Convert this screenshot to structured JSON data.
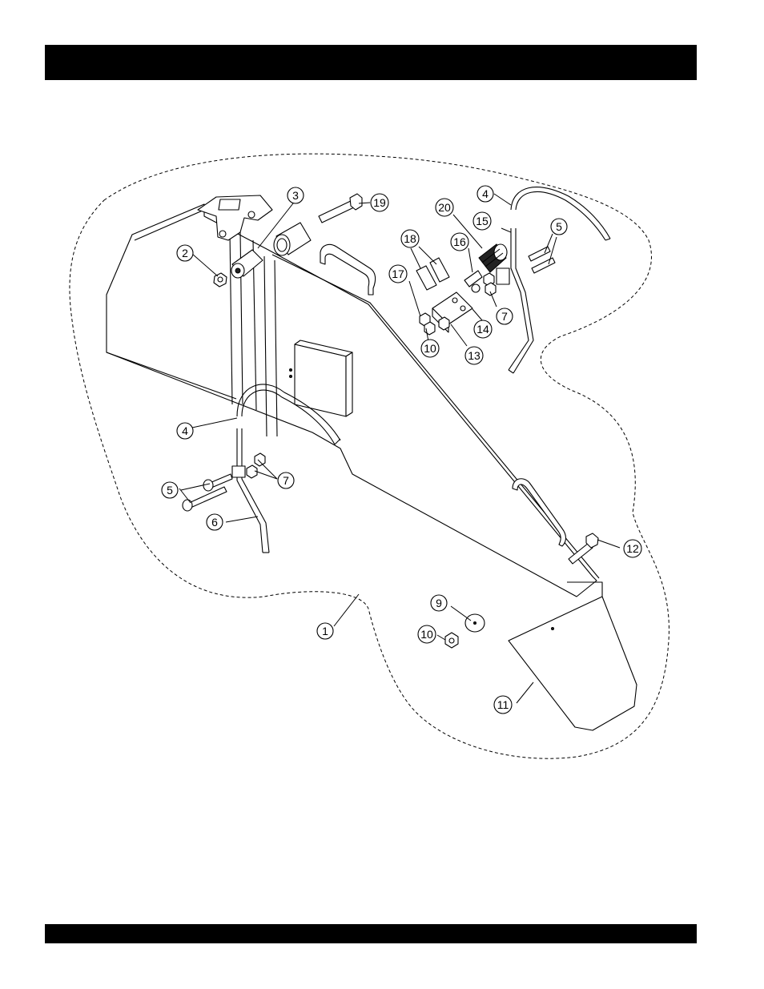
{
  "diagram": {
    "callouts": [
      {
        "id": "c1",
        "label": "1"
      },
      {
        "id": "c2",
        "label": "2"
      },
      {
        "id": "c3",
        "label": "3"
      },
      {
        "id": "c4a",
        "label": "4"
      },
      {
        "id": "c4b",
        "label": "4"
      },
      {
        "id": "c5a",
        "label": "5"
      },
      {
        "id": "c5b",
        "label": "5"
      },
      {
        "id": "c6",
        "label": "6"
      },
      {
        "id": "c7a",
        "label": "7"
      },
      {
        "id": "c7b",
        "label": "7"
      },
      {
        "id": "c9",
        "label": "9"
      },
      {
        "id": "c10a",
        "label": "10"
      },
      {
        "id": "c10b",
        "label": "10"
      },
      {
        "id": "c11",
        "label": "11"
      },
      {
        "id": "c12",
        "label": "12"
      },
      {
        "id": "c13",
        "label": "13"
      },
      {
        "id": "c14",
        "label": "14"
      },
      {
        "id": "c15",
        "label": "15"
      },
      {
        "id": "c16",
        "label": "16"
      },
      {
        "id": "c17",
        "label": "17"
      },
      {
        "id": "c18",
        "label": "18"
      },
      {
        "id": "c19",
        "label": "19"
      },
      {
        "id": "c20",
        "label": "20"
      }
    ]
  }
}
